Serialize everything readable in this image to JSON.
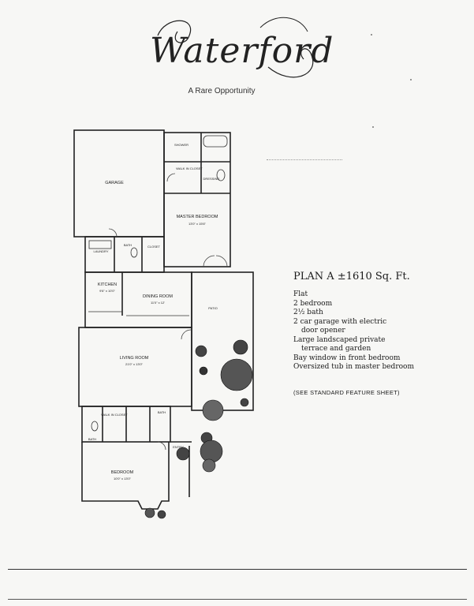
{
  "brand": {
    "logo_text": "Waterford",
    "tagline": "A Rare Opportunity"
  },
  "plan": {
    "title": "PLAN A ±1610 Sq. Ft.",
    "features": [
      "Flat",
      "2 bedroom",
      "2½ bath",
      "2 car garage with electric",
      "door opener",
      "Large landscaped private",
      "terrace and garden",
      "Bay window in front bedroom",
      "Oversized tub in master bedroom"
    ],
    "note": "(SEE STANDARD FEATURE SHEET)"
  },
  "rooms": {
    "garage": "GARAGE",
    "master_bedroom": "MASTER BEDROOM",
    "master_bedroom_size": "13'0\" x 15'6\"",
    "kitchen": "KITCHEN",
    "kitchen_size": "9'6\" x 10'0\"",
    "dining_room": "DINING ROOM",
    "dining_room_size": "11'0\" x 12'",
    "living_room": "LIVING ROOM",
    "living_room_size": "21'0\" x 13'0\"",
    "bedroom": "BEDROOM",
    "bedroom_size": "10'0\" x 13'0\"",
    "patio": "PATIO",
    "shower": "SHOWER",
    "bath": "BATH",
    "walk_in_closet": "WALK IN CLOSET",
    "dressing": "DRESSING",
    "laundry": "LAUNDRY",
    "bath2": "BATH",
    "closet": "CLOSET",
    "walk_in_closet2": "WALK IN CLOSET",
    "entry": "ENTRY",
    "bath3": "BATH"
  }
}
